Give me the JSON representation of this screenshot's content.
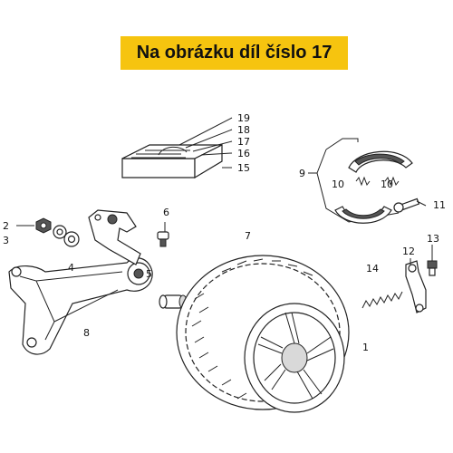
{
  "banner": {
    "text": "Na obrázku díl číslo 17"
  },
  "labels": {
    "l1": "1",
    "l2": "2",
    "l3": "3",
    "l4": "4",
    "l5": "5",
    "l6": "6",
    "l7": "7",
    "l8": "8",
    "l9": "9",
    "l10a": "10",
    "l10b": "10",
    "l11": "11",
    "l12": "12",
    "l13": "13",
    "l14": "14",
    "l15": "15",
    "l16": "16",
    "l17": "17",
    "l18": "18",
    "l19": "19"
  },
  "colors": {
    "banner_bg": "#f6c40f",
    "line": "#222222"
  }
}
